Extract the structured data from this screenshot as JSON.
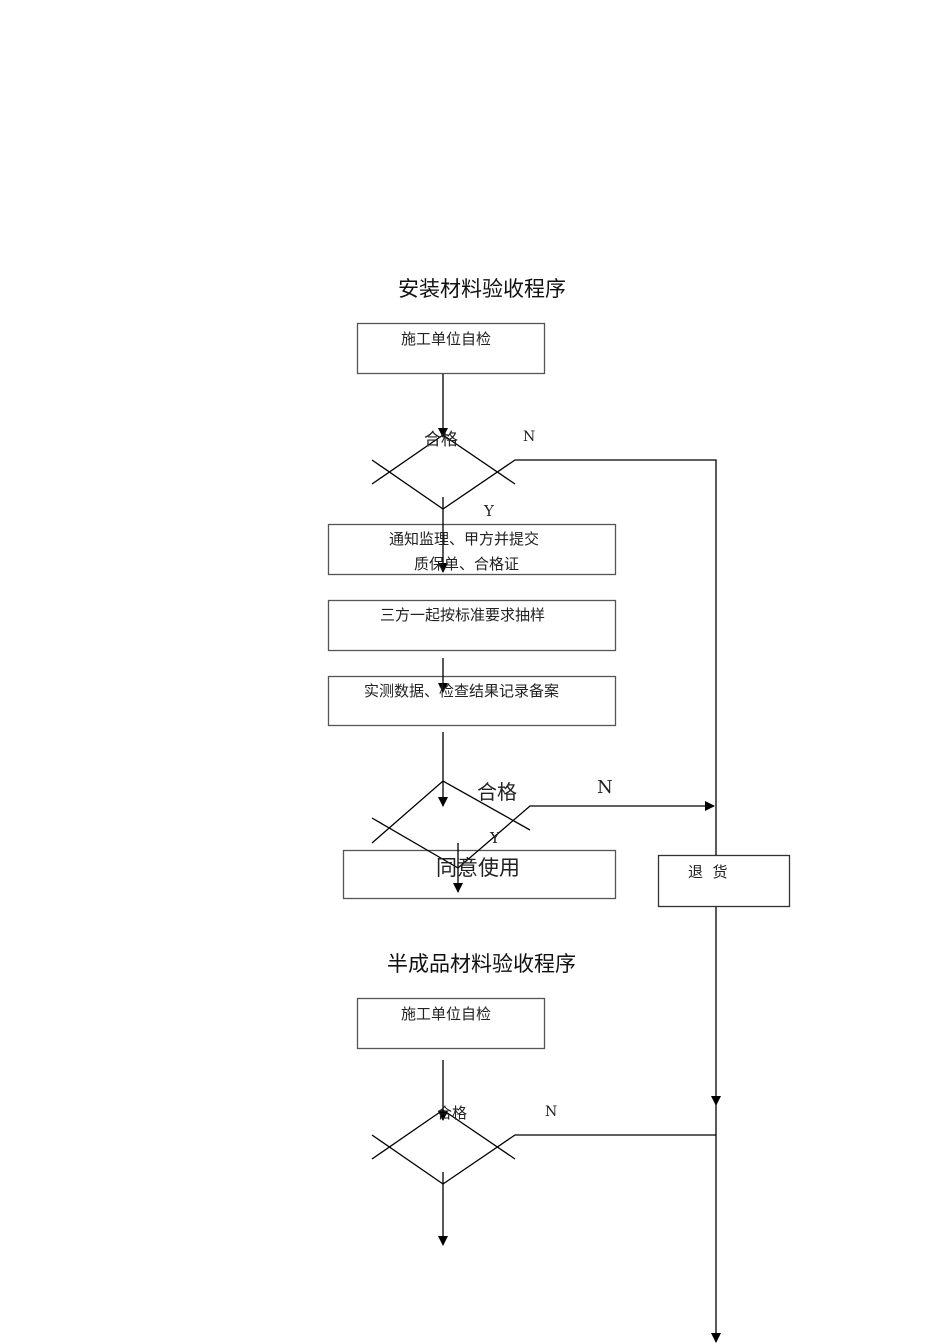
{
  "section1": {
    "title": "安装材料验收程序",
    "self_check": "施工单位自检",
    "decision1": "合格",
    "no1": "N",
    "yes1": "Y",
    "notify_line1": "通知监理、甲方并提交",
    "notify_line2": "质保单、合格证",
    "sampling": "三方一起按标准要求抽样",
    "record": "实测数据、检查结果记录备案",
    "decision2": "合格",
    "no2": "N",
    "yes2": "Y",
    "approve": "同意使用",
    "return_goods": "退  货"
  },
  "section2": {
    "title": "半成品材料验收程序",
    "self_check": "施工单位自检",
    "decision1": "合格",
    "no1": "N"
  }
}
